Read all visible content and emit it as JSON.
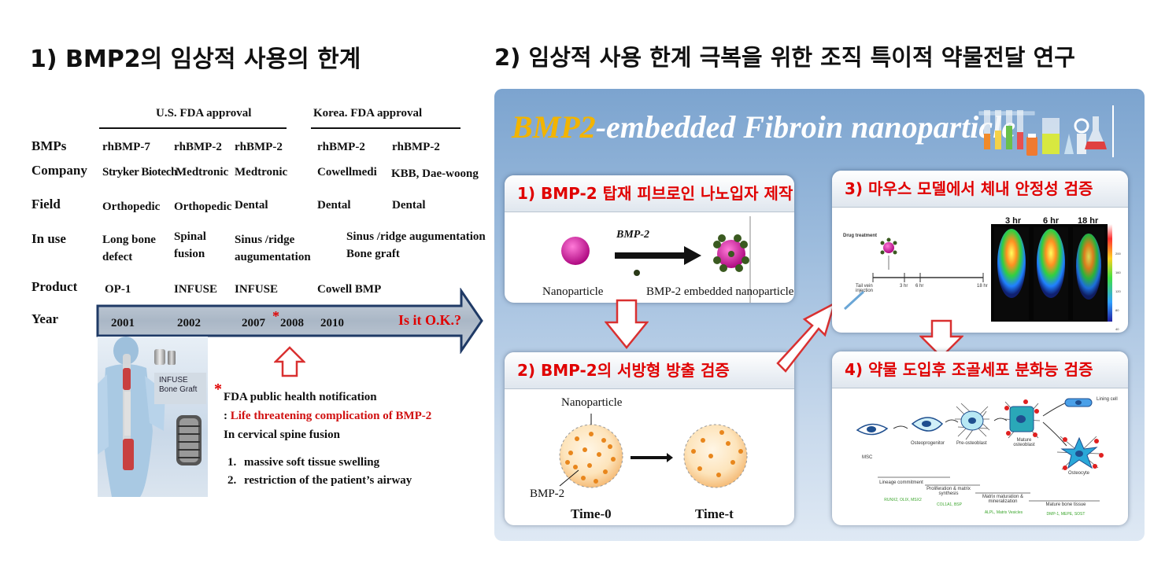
{
  "left": {
    "heading": "1) BMP2의 임상적 사용의 한계",
    "us_fda": "U.S. FDA approval",
    "korea_fda": "Korea. FDA approval",
    "row_labels": [
      "BMPs",
      "Company",
      "Field",
      "In use",
      "Product",
      "Year"
    ],
    "bmps": [
      "rhBMP-7",
      "rhBMP-2",
      "rhBMP-2",
      "rhBMP-2",
      "rhBMP-2"
    ],
    "company": [
      "Stryker Biotech",
      "Medtronic",
      "Medtronic",
      "Cowellmedi",
      "KBB, Dae-woong"
    ],
    "field": [
      "Orthopedic",
      "Orthopedic",
      "Dental",
      "Dental",
      "Dental"
    ],
    "in_use": {
      "c1a": "Long bone",
      "c1b": "defect",
      "c2a": "Spinal",
      "c2b": "fusion",
      "c3a": "Sinus /ridge",
      "c3b": "augumentation",
      "c4a": "Sinus /ridge augumentation",
      "c4b": "Bone graft"
    },
    "product": [
      "OP-1",
      "INFUSE",
      "INFUSE",
      "Cowell BMP"
    ],
    "years": [
      "2001",
      "2002",
      "2007",
      "2008",
      "2010"
    ],
    "star": "*",
    "is_it_ok": "Is it O.K.?",
    "infuse_label_1": "INFUSE",
    "infuse_label_2": "Bone Graft",
    "notice": {
      "star": "*",
      "line1": "FDA public  health notification",
      "line2_prefix": ": ",
      "line2": "Life threatening complication of BMP-2",
      "line3": "In cervical spine fusion",
      "item1_num": "1.",
      "item1": "massive soft tissue swelling",
      "item2_num": "2.",
      "item2": "restriction  of the patient’s airway"
    }
  },
  "right": {
    "heading": "2) 임상적 사용 한계 극복을 위한 조직 특이적 약물전달 연구",
    "title_part1": "BMP2",
    "title_part2": "-embedded Fibroin nanoparticle",
    "card1": {
      "title": "1) BMP-2 탑재 피브로인 나노입자 제작",
      "arrow_label": "BMP-2",
      "nano": "Nanoparticle",
      "embedded": "BMP-2  embedded nanoparticle"
    },
    "card2": {
      "title": "2) BMP-2의 서방형 방출 검증",
      "nano": "Nanoparticle",
      "bmp2": "BMP-2",
      "t0": "Time-0",
      "tt": "Time-t"
    },
    "card3": {
      "title": "3) 마우스 모델에서 체내 안정성 검증",
      "drug": "Drug treatment",
      "tail1": "Tail vein",
      "tail2": "injection",
      "ticks": [
        "3 hr",
        "6 hr",
        "18 hr"
      ],
      "image_times": [
        "3 hr",
        "6 hr",
        "18 hr"
      ],
      "scale": [
        "200",
        "160",
        "120",
        "80",
        "40"
      ]
    },
    "card4": {
      "title": "4) 약물 도입후 조골세포 분화능 검증",
      "stages": [
        "MSC",
        "Osteoprogenitor",
        "Pre-osteoblast",
        "Mature osteoblast",
        "Lining cell",
        "Osteocyte"
      ],
      "phases": [
        "Lineage commitment",
        "Proliferation & matrix synthesis",
        "Matrix maturation & mineralization",
        "Mature bone tissue"
      ],
      "markers": [
        "RUNX2, OLIX, MSX2",
        "COL1A1, BSP",
        "ALPL, Matrix Vesicles",
        "DMP-1, MEPE, SOST"
      ]
    }
  },
  "colors": {
    "red": "#e00000",
    "gold": "#f2b400",
    "arrowFill": "#b6c2cf",
    "heatRed": "#e02020"
  }
}
